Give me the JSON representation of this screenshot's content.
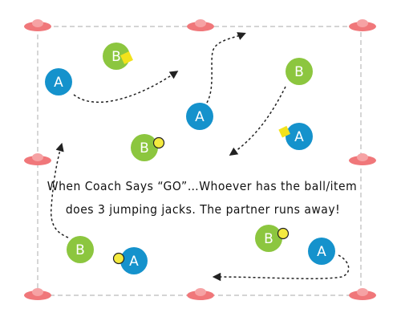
{
  "colors": {
    "player_a": "#1592cc",
    "player_b": "#8cc63f",
    "ball": "#f4ea3f",
    "item": "#f2e21c",
    "cone": "#f0777a",
    "cone_top": "#f6a2a4",
    "boundary": "#bbbbbb",
    "path": "#222222",
    "text": "#111111"
  },
  "players": [
    {
      "id": "a-left",
      "label": "A",
      "team": "A"
    },
    {
      "id": "b-top",
      "label": "B",
      "team": "B",
      "holding": "item"
    },
    {
      "id": "a-center",
      "label": "A",
      "team": "A"
    },
    {
      "id": "b-topright",
      "label": "B",
      "team": "B"
    },
    {
      "id": "b-middle",
      "label": "B",
      "team": "B",
      "holding": "ball"
    },
    {
      "id": "a-right",
      "label": "A",
      "team": "A",
      "holding": "item"
    },
    {
      "id": "b-bottomleft",
      "label": "B",
      "team": "B"
    },
    {
      "id": "a-bottom",
      "label": "A",
      "team": "A",
      "holding": "ball"
    },
    {
      "id": "b-bottomright",
      "label": "B",
      "team": "B",
      "holding": "ball"
    },
    {
      "id": "a-bottomright",
      "label": "A",
      "team": "A"
    }
  ],
  "caption": {
    "line1": "When Coach Says “GO”…Whoever has the ball/item",
    "line2": "does 3 jumping jacks. The partner runs away!"
  }
}
